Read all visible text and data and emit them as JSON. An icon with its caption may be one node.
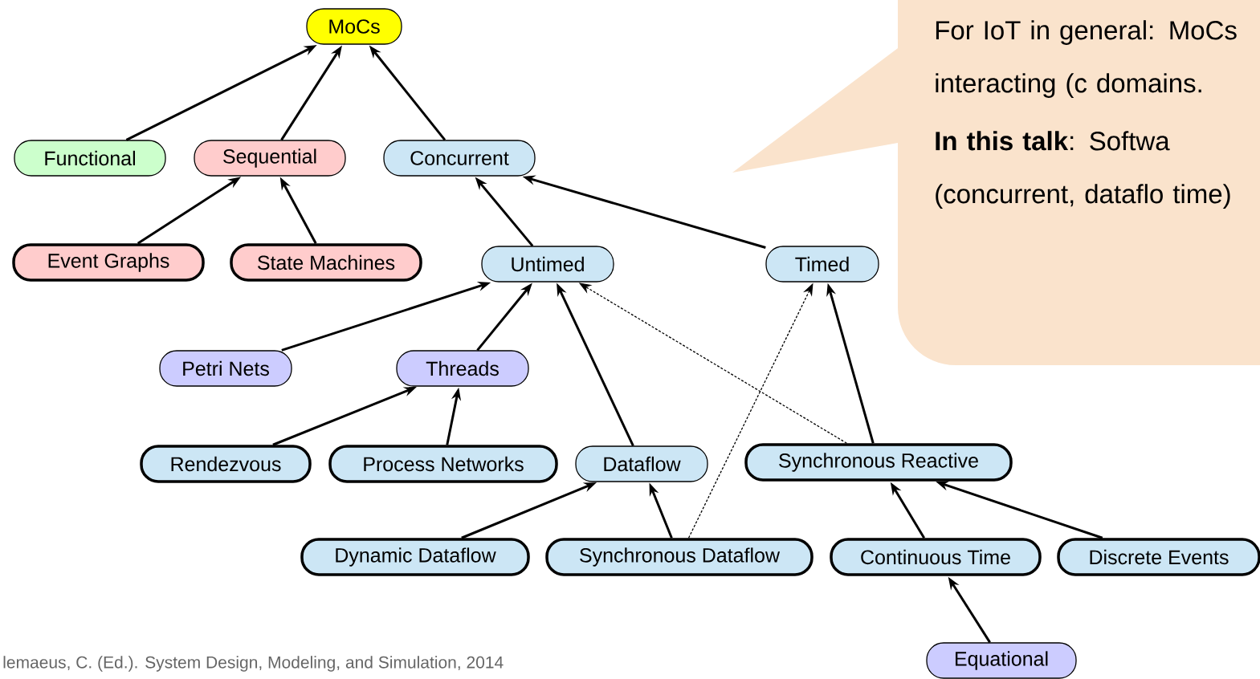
{
  "diagram": {
    "nodes": [
      {
        "text": [
          "MoCs"
        ]
      },
      {
        "text": [
          "Functional"
        ]
      },
      {
        "text": [
          "Sequential"
        ]
      },
      {
        "text": [
          "Concurrent"
        ]
      },
      {
        "text": [
          "Event Graphs"
        ]
      },
      {
        "text": [
          "State Machines"
        ]
      },
      {
        "text": [
          "Untimed"
        ]
      },
      {
        "text": [
          "Timed"
        ]
      },
      {
        "text": [
          "Petri Nets"
        ]
      },
      {
        "text": [
          "Threads"
        ]
      },
      {
        "text": [
          "Rendezvous"
        ]
      },
      {
        "text": [
          "Process Networks"
        ]
      },
      {
        "text": [
          "Dataflow"
        ]
      },
      {
        "text": [
          "Synchronous Reactive"
        ]
      },
      {
        "text": [
          "Dynamic Dataflow"
        ]
      },
      {
        "text": [
          "Synchronous Dataflow"
        ]
      },
      {
        "text": [
          "Continuous Time"
        ]
      },
      {
        "text": [
          "Discrete Events"
        ]
      },
      {
        "text": [
          "Equational"
        ]
      },
      {
        "text": [
          "For IoT in general: MoCs interacting (c domains.",
          "**In this talk**: Softwa (concurrent, dataflo time)"
        ]
      }
    ],
    "edges": [
      {
        "from": 1,
        "to": 0,
        "arrow": "to"
      },
      {
        "from": 2,
        "to": 0,
        "arrow": "to"
      },
      {
        "from": 3,
        "to": 0,
        "arrow": "to"
      },
      {
        "from": 4,
        "to": 2,
        "arrow": "to"
      },
      {
        "from": 5,
        "to": 2,
        "arrow": "to"
      },
      {
        "from": 6,
        "to": 3,
        "arrow": "to"
      },
      {
        "from": 7,
        "to": 3,
        "arrow": "to"
      },
      {
        "from": 8,
        "to": 6,
        "arrow": "to"
      },
      {
        "from": 9,
        "to": 6,
        "arrow": "to"
      },
      {
        "from": 12,
        "to": 6,
        "arrow": "to"
      },
      {
        "from": 13,
        "to": 6,
        "arrow": "to",
        "style": "dashed"
      },
      {
        "from": 10,
        "to": 9,
        "arrow": "to"
      },
      {
        "from": 11,
        "to": 9,
        "arrow": "to"
      },
      {
        "from": 14,
        "to": 12,
        "arrow": "to"
      },
      {
        "from": 15,
        "to": 12,
        "arrow": "to"
      },
      {
        "from": 15,
        "to": 7,
        "arrow": "to",
        "style": "dashed"
      },
      {
        "from": 13,
        "to": 7,
        "arrow": "to"
      },
      {
        "from": 16,
        "to": 13,
        "arrow": "to"
      },
      {
        "from": 17,
        "to": 13,
        "arrow": "to"
      },
      {
        "from": 18,
        "to": 16,
        "arrow": "to"
      }
    ],
    "labels": [
      "lemaeus, C. (Ed.). System Design, Modeling, and Simulation, 2014"
    ]
  }
}
